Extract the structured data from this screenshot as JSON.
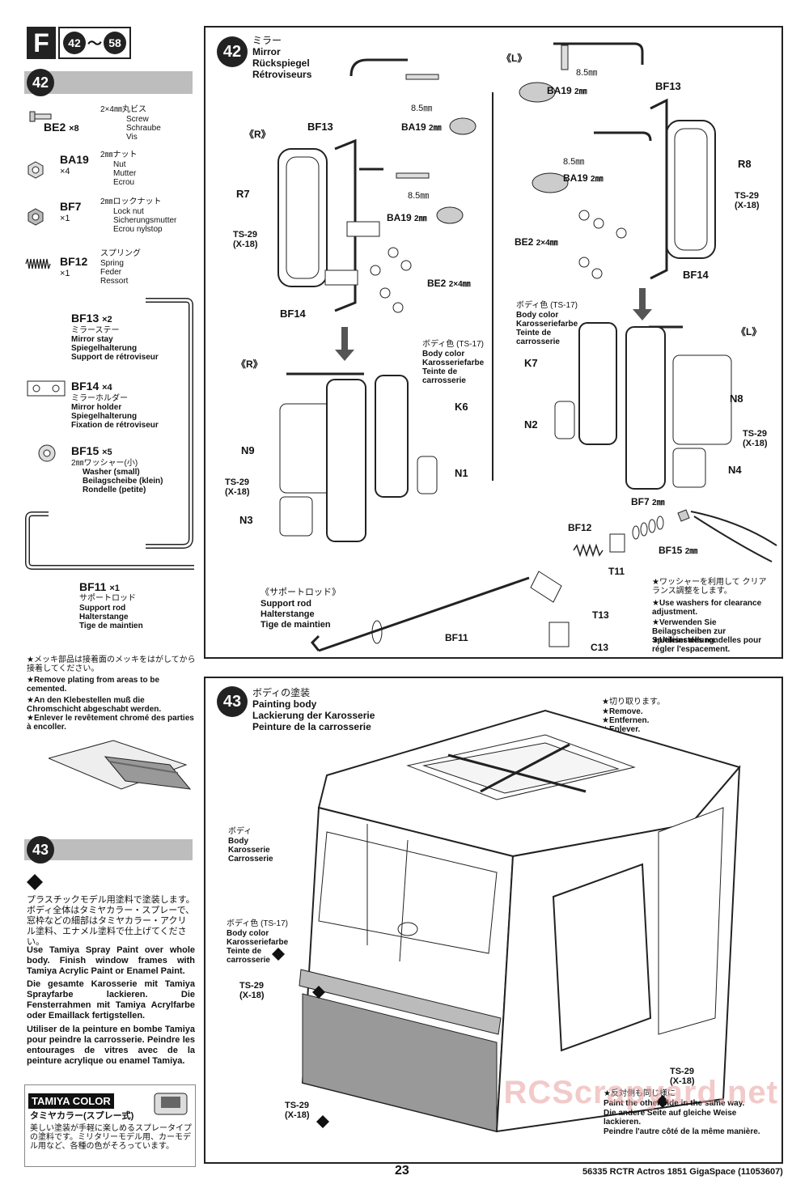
{
  "header": {
    "section_letter": "F",
    "range_start": "42",
    "range_sep": "〜",
    "range_end": "58"
  },
  "step42_side": {
    "number": "42",
    "parts": [
      {
        "code": "BE2",
        "qty": "×8",
        "size": "2×4㎜丸ビス",
        "names": [
          "Screw",
          "Schraube",
          "Vis"
        ]
      },
      {
        "code": "BA19",
        "qty": "×4",
        "size": "2㎜ナット",
        "names": [
          "Nut",
          "Mutter",
          "Ecrou"
        ]
      },
      {
        "code": "BF7",
        "qty": "×1",
        "size": "2㎜ロックナット",
        "names": [
          "Lock nut",
          "Sicherungsmutter",
          "Ecrou nylstop"
        ]
      },
      {
        "code": "BF12",
        "qty": "×1",
        "size": "スプリング",
        "names": [
          "Spring",
          "Feder",
          "Ressort"
        ]
      }
    ],
    "bf13": {
      "code": "BF13",
      "qty": "×2",
      "jp": "ミラーステー",
      "names": [
        "Mirror stay",
        "Spiegelhalterung",
        "Support de rétroviseur"
      ]
    },
    "bf14": {
      "code": "BF14",
      "qty": "×4",
      "jp": "ミラーホルダー",
      "names": [
        "Mirror holder",
        "Spiegelhalterung",
        "Fixation de rétroviseur"
      ]
    },
    "bf15": {
      "code": "BF15",
      "qty": "×5",
      "jp": "2㎜ワッシャー(小)",
      "names": [
        "Washer (small)",
        "Beilagscheibe (klein)",
        "Rondelle (petite)"
      ]
    },
    "bf11": {
      "code": "BF11",
      "qty": "×1",
      "jp": "サポートロッド",
      "names": [
        "Support rod",
        "Halterstange",
        "Tige de maintien"
      ]
    },
    "note_jp": "★メッキ部品は接着面のメッキをはがしてから接着してください。",
    "note_en": "★Remove plating from areas to be cemented.",
    "note_de": "★An den Klebestellen muß die Chromschicht abgeschabt werden.",
    "note_fr": "★Enlever le revêtement chromé des parties à encoller."
  },
  "step43_side": {
    "number": "43",
    "jp": "プラスチックモデル用塗料で塗装します。ボディ全体はタミヤカラー・スプレーで、窓枠などの細部はタミヤカラー・アクリル塗料、エナメル塗料で仕上げてください。",
    "en": "Use Tamiya Spray Paint over whole body. Finish window frames with Tamiya Acrylic Paint or Enamel Paint.",
    "de": "Die gesamte Karosserie mit Tamiya Sprayfarbe lackieren. Die Fensterrahmen mit Tamiya Acrylfarbe oder Emaillack fertigstellen.",
    "fr": "Utiliser de la peinture en bombe Tamiya pour peindre la carrosserie. Peindre les entourages de vitres avec de la peinture acrylique ou enamel Tamiya.",
    "tamiya_color": "TAMIYA COLOR",
    "tamiya_jp": "タミヤカラー(スプレー式)",
    "tamiya_desc": "美しい塗装が手軽に楽しめるスプレータイプの塗料です。ミリタリーモデル用、カーモデル用など、各種の色がそろっています。"
  },
  "step42_main": {
    "number": "42",
    "title_jp": "ミラー",
    "title_en": "Mirror",
    "title_de": "Rückspiegel",
    "title_fr": "Rétroviseurs",
    "labels": {
      "R": "《R》",
      "L": "《L》",
      "bf13": "BF13",
      "r7": "R7",
      "r8": "R8",
      "ba19": "BA19",
      "ba19_size": "2㎜",
      "mm85": "8.5㎜",
      "ts29": "TS-29",
      "x18": "(X-18)",
      "bf14": "BF14",
      "be2": "BE2",
      "be2_size": "2×4㎜",
      "body_color_jp": "ボディ色 (TS-17)",
      "body_color_en": "Body color",
      "body_color_de": "Karosseriefarbe",
      "body_color_fr": "Teinte de carrosserie",
      "k6": "K6",
      "k7": "K7",
      "n1": "N1",
      "n2": "N2",
      "n3": "N3",
      "n4": "N4",
      "n8": "N8",
      "n9": "N9",
      "bf7": "BF7",
      "bf7_size": "2㎜",
      "bf12": "BF12",
      "t11": "T11",
      "t13": "T13",
      "c13": "C13",
      "bf15": "BF15",
      "bf15_size": "2㎜",
      "bf11": "BF11",
      "support_jp": "《サポートロッド》",
      "support_en": "Support rod",
      "support_de": "Halterstange",
      "support_fr": "Tige de maintien",
      "washer_jp": "★ワッシャーを利用して クリアランス調整をします。",
      "washer_en": "★Use washers for clearance adjustment.",
      "washer_de": "★Verwenden Sie Beilagscheiben zur Spieleinstellung.",
      "washer_fr": "★Utiliser des rondelles pour régler l'espacement."
    }
  },
  "step43_main": {
    "number": "43",
    "title_jp": "ボディの塗装",
    "title_en": "Painting body",
    "title_de": "Lackierung der Karosserie",
    "title_fr": "Peinture de la carrosserie",
    "cut_jp": "★切り取ります。",
    "cut_en": "★Remove.",
    "cut_de": "★Entfernen.",
    "cut_fr": "★Enlever.",
    "body_jp": "ボディ",
    "body_en": "Body",
    "body_de": "Karosserie",
    "body_fr": "Carrosserie",
    "bc_jp": "ボディ色 (TS-17)",
    "bc_en": "Body color",
    "bc_de": "Karosseriefarbe",
    "bc_fr": "Teinte de carrosserie",
    "ts29": "TS-29",
    "x18": "(X-18)",
    "other_jp": "★反対側も同じ様に",
    "other_en": "Paint the other side in the same way.",
    "other_de": "Die andere Seite auf gleiche Weise lackieren.",
    "other_fr": "Peindre l'autre côté de la même manière."
  },
  "footer": {
    "page": "23",
    "ref": "56335 RCTR Actros 1851 GigaSpace (11053607)",
    "watermark": "RCScrapyard.net"
  }
}
